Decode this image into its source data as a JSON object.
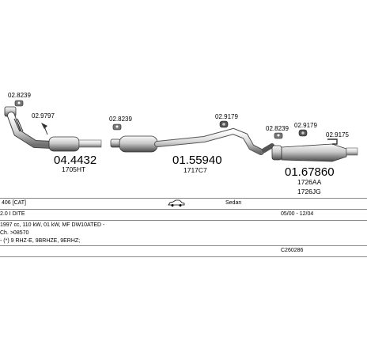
{
  "parts": [
    {
      "code": "02.8239",
      "kind": "small"
    },
    {
      "code": "02.9797",
      "kind": "small"
    },
    {
      "code": "04.4432",
      "kind": "big"
    },
    {
      "code": "1705HT",
      "kind": "sub"
    },
    {
      "code": "02.8239",
      "kind": "small"
    },
    {
      "code": "01.55940",
      "kind": "big"
    },
    {
      "code": "1717C7",
      "kind": "sub"
    },
    {
      "code": "02.9179",
      "kind": "small"
    },
    {
      "code": "02.8239",
      "kind": "small"
    },
    {
      "code": "02.9179",
      "kind": "small"
    },
    {
      "code": "02.9175",
      "kind": "small"
    },
    {
      "code": "01.67860",
      "kind": "big"
    },
    {
      "code": "1726AA",
      "kind": "sub"
    },
    {
      "code": "1726JG",
      "kind": "sub"
    }
  ],
  "vehicle": {
    "model": "406 [CAT]",
    "body": "Sedan",
    "engine": "2.0 I DITE",
    "dates": "05/00 - 12/04",
    "specs": "1997 cc, 110 kW, 01 kW, MF DW10ATED -",
    "chassis": "Ch.  >08570",
    "engine_codes": "- (*) 9 RHZ-E, 9BRHZE, 9ERHZ;",
    "ref": "C260286"
  },
  "icons": {
    "car": "car-sedan-icon"
  }
}
